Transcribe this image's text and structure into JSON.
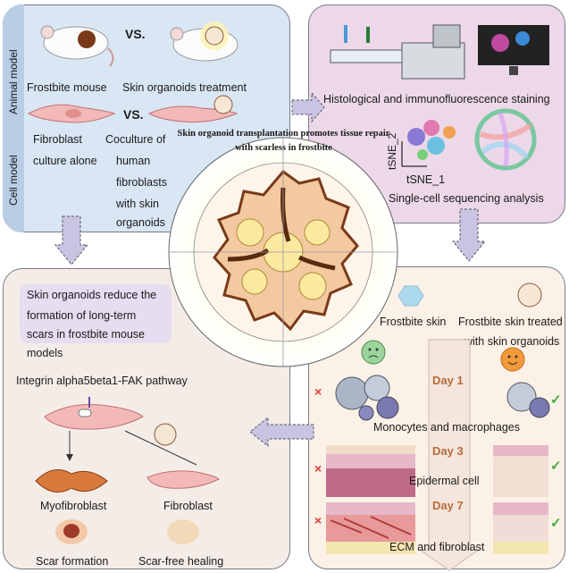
{
  "center": {
    "ring_text": "Skin organoid transplantation promotes tissue repair with scarless in frostbite"
  },
  "top_left": {
    "side_label_animal": "Animal model",
    "side_label_cell": "Cell model",
    "vs_top": "VS.",
    "vs_bottom": "VS.",
    "frostbite_mouse": "Frostbite mouse",
    "organoid_treatment": "Skin organoids treatment",
    "fibroblast_alone_1": "Fibroblast",
    "fibroblast_alone_2": "culture alone",
    "coculture_lines": [
      "Coculture of",
      "human",
      "fibroblasts",
      "with skin",
      "organoids"
    ]
  },
  "top_right": {
    "histology": "Histological and immunofluorescence staining",
    "tsne_y": "tSNE_2",
    "tsne_x": "tSNE_1",
    "scseq": "Single-cell sequencing analysis"
  },
  "bottom_left": {
    "summary_lines": [
      "Skin organoids reduce the",
      "formation of long-term",
      "scars in frostbite mouse",
      "models"
    ],
    "pathway": "Integrin alpha5beta1-FAK pathway",
    "myofibroblast": "Myofibroblast",
    "fibroblast": "Fibroblast",
    "scar_formation": "Scar formation",
    "scar_free": "Scar-free healing"
  },
  "bottom_right": {
    "frostbite_skin": "Frostbite skin",
    "treated_1": "Frostbite skin treated",
    "treated_2": "with skin organoids",
    "day1": "Day 1",
    "day3": "Day 3",
    "day7": "Day 7",
    "monocytes": "Monocytes and macrophages",
    "epidermal": "Epidermal cell",
    "ecm": "ECM and fibroblast",
    "x_mark": "×",
    "check_mark": "✓"
  },
  "colors": {
    "panel_tl": "#d9e6f4",
    "panel_tr": "#ecd8e8",
    "panel_bl": "#f4ece7",
    "panel_br": "#fbf1e6",
    "arrow": "#c9c4e2",
    "day_text": "#b86a3a"
  }
}
